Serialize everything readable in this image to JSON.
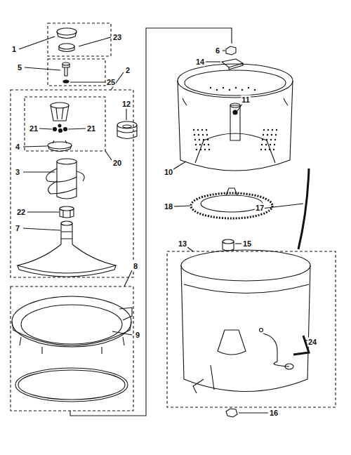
{
  "diagram": {
    "labels": [
      "1",
      "23",
      "5",
      "25",
      "2",
      "12",
      "21",
      "21",
      "4",
      "20",
      "3",
      "22",
      "7",
      "8",
      "9",
      "6",
      "14",
      "11",
      "10",
      "18",
      "17",
      "13",
      "15",
      "24",
      "16"
    ]
  }
}
